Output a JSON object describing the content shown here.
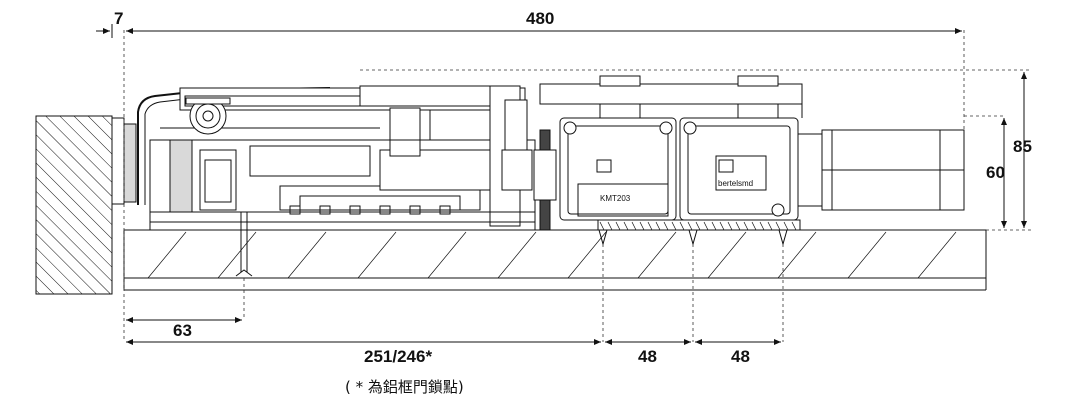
{
  "dimensions": {
    "wall_gap": "7",
    "total_length": "480",
    "height_total": "85",
    "height_cover": "60",
    "pivot_offset": "63",
    "lock_point": "251/246*",
    "module_1": "48",
    "module_2": "48"
  },
  "footnote": "( * 為鋁框門鎖點)",
  "module_labels": {
    "model": "KMT203",
    "brand": "bertelsmd"
  },
  "colors": {
    "line": "#111111",
    "background": "#ffffff",
    "grey_fill": "#d9d9d9"
  }
}
